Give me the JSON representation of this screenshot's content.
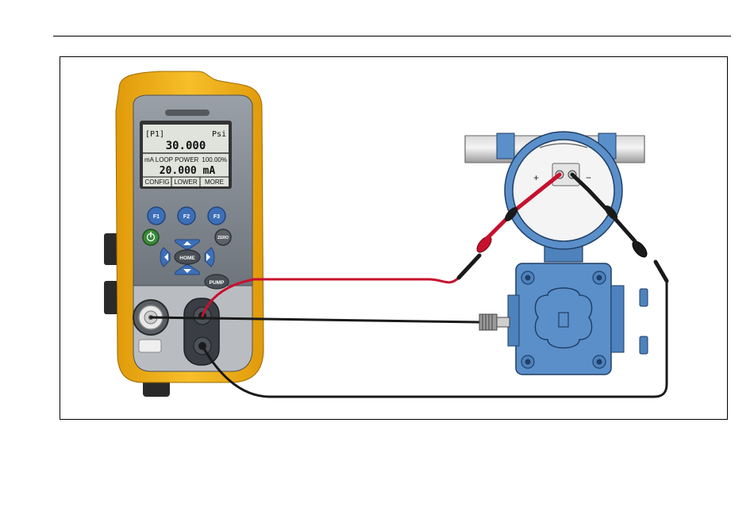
{
  "calibrator": {
    "screen": {
      "channel": "[P1]",
      "pressure_unit": "Psi",
      "pressure_value": "30.000",
      "mode_label": "mA LOOP POWER",
      "percent": "100.00%",
      "current_value": "20.000 mA",
      "softkeys": [
        "CONFIG",
        "LOWER",
        "MORE"
      ]
    },
    "keys": {
      "f1": "F1",
      "f2": "F2",
      "f3": "F3",
      "zero": "ZERO",
      "home": "HOME",
      "pump": "PUMP"
    }
  },
  "transmitter": {
    "terminal_plus": "+",
    "terminal_minus": "−"
  },
  "colors": {
    "case_yellow": "#f5b416",
    "lead_red": "#c8102e",
    "lead_black": "#1a1a1a",
    "transmitter_blue": "#5b8fc9"
  }
}
